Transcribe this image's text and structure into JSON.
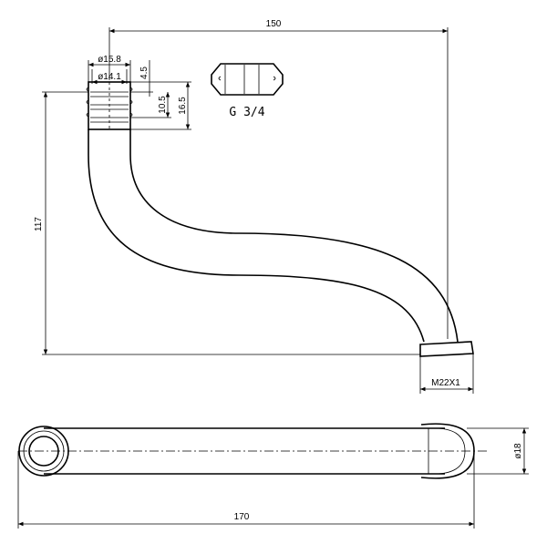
{
  "drawing": {
    "dimensions": {
      "overall_reach": "150",
      "outer_diameter_top": "ø15.8",
      "inner_diameter_top": "ø14.1",
      "groove_offset": "4.5",
      "groove_pitch": "10.5",
      "thread_length": "16.5",
      "overall_height": "117",
      "outlet_thread": "M22X1",
      "overall_length": "170",
      "outlet_diameter": "ø18"
    },
    "nut_thread_label": "G 3/4"
  }
}
